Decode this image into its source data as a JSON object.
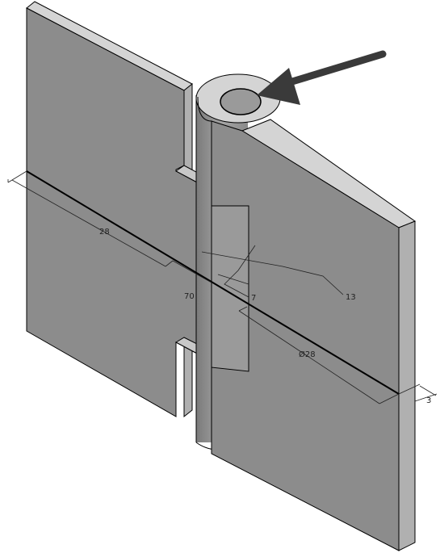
{
  "drawing": {
    "dimensions": {
      "left_length": "28",
      "center_length": "70",
      "pin_offset": "7",
      "leader_value": "13",
      "right_length": "Ø28",
      "thickness": "3"
    },
    "colors": {
      "face_front": "#8c8c8c",
      "face_top": "#d4d4d4",
      "face_side": "#b0b0b0",
      "pin_hole": "#9a9a9a",
      "arrow": "#3a3a3a",
      "edge": "#000000"
    },
    "callout_icon": "pointer-arrow-icon"
  }
}
